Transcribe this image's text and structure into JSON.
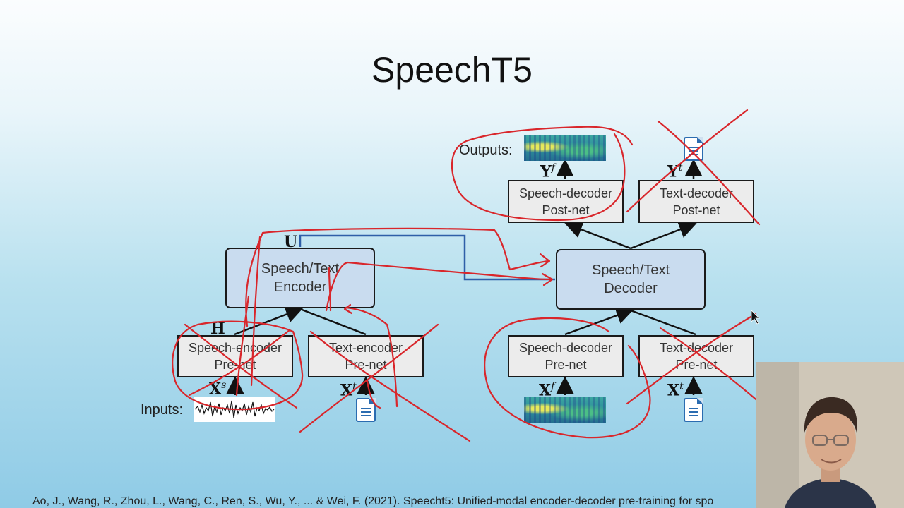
{
  "slide": {
    "title": "SpeechT5",
    "citation": "Ao, J., Wang, R., Zhou, L., Wang, C., Ren, S., Wu, Y., ... & Wei, F. (2021). Speecht5: Unified-modal encoder-decoder pre-training for spo"
  },
  "diagram": {
    "encoder": {
      "line1": "Speech/Text",
      "line2": "Encoder"
    },
    "decoder": {
      "line1": "Speech/Text",
      "line2": "Decoder"
    },
    "speech_encoder_prenet": {
      "line1": "Speech-encoder",
      "line2": "Pre-net"
    },
    "text_encoder_prenet": {
      "line1": "Text-encoder",
      "line2": "Pre-net"
    },
    "speech_decoder_prenet": {
      "line1": "Speech-decoder",
      "line2": "Pre-net"
    },
    "text_decoder_prenet": {
      "line1": "Text-decoder",
      "line2": "Pre-net"
    },
    "speech_decoder_postnet": {
      "line1": "Speech-decoder",
      "line2": "Post-net"
    },
    "text_decoder_postnet": {
      "line1": "Text-decoder",
      "line2": "Post-net"
    },
    "inputs_label": "Inputs:",
    "outputs_label": "Outputs:",
    "symbols": {
      "U": "U",
      "H": "H",
      "Xs": "X",
      "Xs_sup": "s",
      "Xt_enc": "X",
      "Xt_enc_sup": "t",
      "Xf_dec": "X",
      "Xf_dec_sup": "f",
      "Xt_dec": "X",
      "Xt_dec_sup": "t",
      "Yf": "Y",
      "Yf_sup": "f",
      "Yt": "Y",
      "Yt_sup": "t"
    }
  },
  "colors": {
    "annotation_red": "#d9262b",
    "connector_blue": "#2f5fa8",
    "box_fill_big": "#c9dcef",
    "box_fill_small": "#ececec"
  }
}
